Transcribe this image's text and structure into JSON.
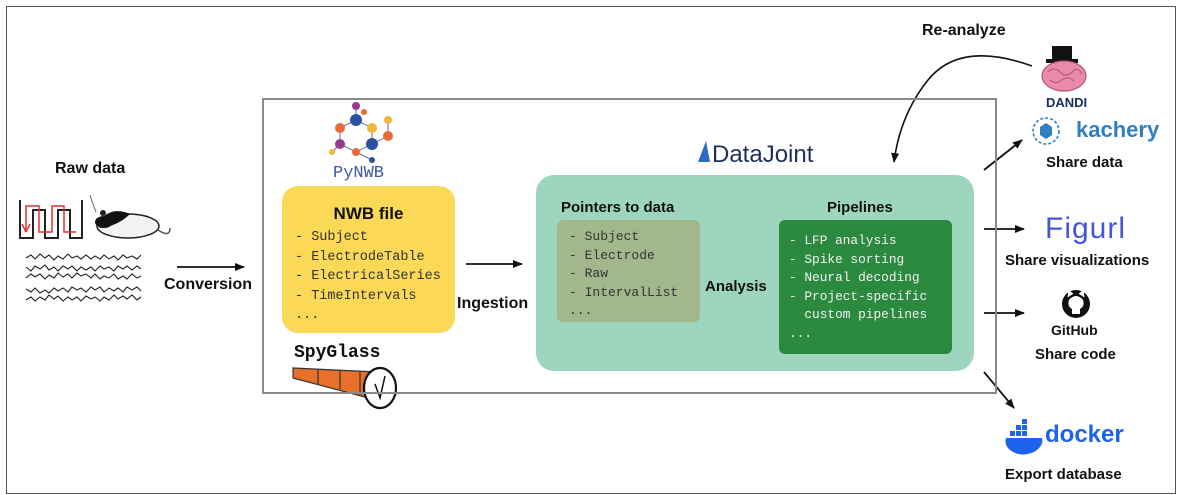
{
  "labels": {
    "raw_data": "Raw data",
    "conversion": "Conversion",
    "ingestion": "Ingestion",
    "analysis": "Analysis",
    "re_analyze": "Re-analyze",
    "share_data": "Share data",
    "share_visualizations": "Share visualizations",
    "share_code": "Share code",
    "export_database": "Export database"
  },
  "logos": {
    "pynwb": "PyNWB",
    "datajoint": "DataJoint",
    "dandi": "DANDI",
    "kachery": "kachery",
    "figurl": "Figurl",
    "github": "GitHub",
    "docker": "docker",
    "spyglass": "SpyGlass"
  },
  "nwb_file": {
    "title": "NWB file",
    "items": [
      "- Subject",
      "- ElectrodeTable",
      "- ElectricalSeries",
      "- TimeIntervals",
      "..."
    ]
  },
  "pointers": {
    "title": "Pointers to data",
    "items": [
      "- Subject",
      "- Electrode",
      "- Raw",
      "- IntervalList",
      "..."
    ]
  },
  "pipelines": {
    "title": "Pipelines",
    "items": [
      "- LFP analysis",
      "- Spike sorting",
      "- Neural decoding",
      "- Project-specific",
      "  custom pipelines",
      "..."
    ]
  },
  "colors": {
    "nwb_box": "#fbd957",
    "datajoint_box": "#9ed5bf",
    "pointers_box": "#a3b78c",
    "pipelines_box": "#2b8a3e",
    "spyglass_frame": "#8a8a8a",
    "telescope": "#e8702a"
  },
  "icons": [
    "maze-icon",
    "rat-icon",
    "ephys-traces-icon",
    "pynwb-molecule-icon",
    "datajoint-triangle-icon",
    "dandi-brain-icon",
    "kachery-icon",
    "github-octocat-icon",
    "docker-whale-icon",
    "telescope-icon"
  ]
}
